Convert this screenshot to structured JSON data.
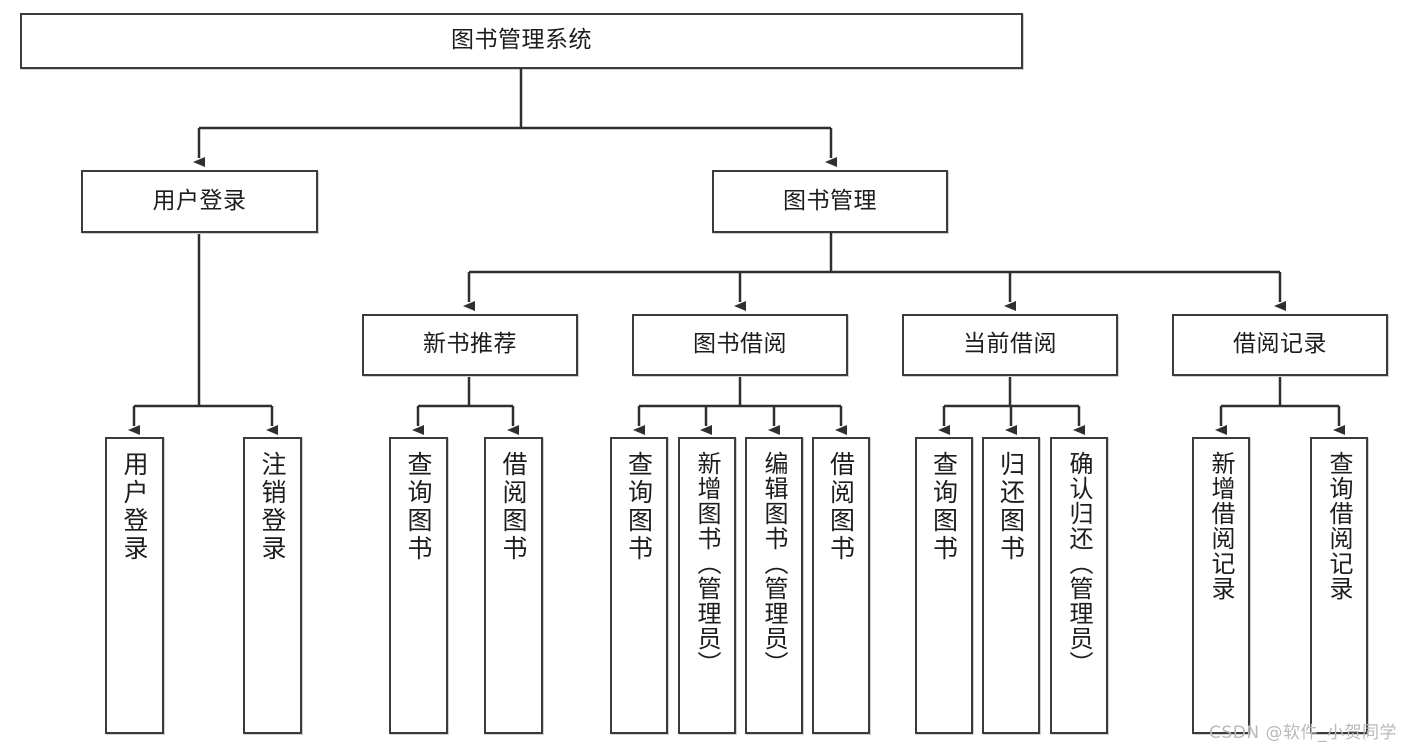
{
  "diagram": {
    "type": "tree-hierarchy",
    "root": {
      "id": "root",
      "label": "图书管理系统"
    },
    "level2": [
      {
        "id": "user-login",
        "label": "用户登录"
      },
      {
        "id": "book-manage",
        "label": "图书管理"
      }
    ],
    "level3": [
      {
        "id": "new-book-rec",
        "label": "新书推荐",
        "parent": "book-manage"
      },
      {
        "id": "book-borrow",
        "label": "图书借阅",
        "parent": "book-manage"
      },
      {
        "id": "current-borrow",
        "label": "当前借阅",
        "parent": "book-manage"
      },
      {
        "id": "borrow-record",
        "label": "借阅记录",
        "parent": "book-manage"
      }
    ],
    "leaves": [
      {
        "id": "leaf-user-login",
        "label": "用户登录",
        "parent": "user-login"
      },
      {
        "id": "leaf-logout",
        "label": "注销登录",
        "parent": "user-login"
      },
      {
        "id": "leaf-query-book-1",
        "label": "查询图书",
        "parent": "new-book-rec"
      },
      {
        "id": "leaf-borrow-book-1",
        "label": "借阅图书",
        "parent": "new-book-rec"
      },
      {
        "id": "leaf-query-book-2",
        "label": "查询图书",
        "parent": "book-borrow"
      },
      {
        "id": "leaf-add-book",
        "label": "新增图书（管理员）",
        "parent": "book-borrow"
      },
      {
        "id": "leaf-edit-book",
        "label": "编辑图书（管理员）",
        "parent": "book-borrow"
      },
      {
        "id": "leaf-borrow-book-2",
        "label": "借阅图书",
        "parent": "book-borrow"
      },
      {
        "id": "leaf-query-book-3",
        "label": "查询图书",
        "parent": "current-borrow"
      },
      {
        "id": "leaf-return-book",
        "label": "归还图书",
        "parent": "current-borrow"
      },
      {
        "id": "leaf-confirm-return",
        "label": "确认归还（管理员）",
        "parent": "current-borrow"
      },
      {
        "id": "leaf-add-record",
        "label": "新增借阅记录",
        "parent": "borrow-record"
      },
      {
        "id": "leaf-query-record",
        "label": "查询借阅记录",
        "parent": "borrow-record"
      }
    ]
  },
  "style": {
    "border_color": "#3b3b3b",
    "text_color": "#1d1d1d",
    "background": "#ffffff",
    "edge_color": "#2f2f2f"
  },
  "watermark": {
    "text": "CSDN @软件_小贺同学"
  }
}
